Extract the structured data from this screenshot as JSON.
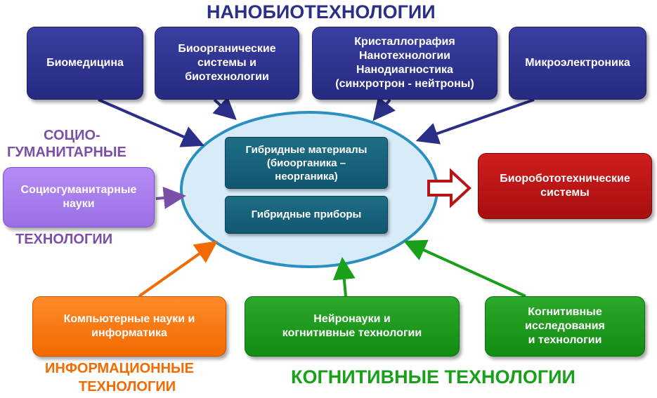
{
  "headings": {
    "nano": "НАНОБИОТЕХНОЛОГИИ",
    "socio_line1": "СОЦИО-",
    "socio_line2": "ГУМАНИТАРНЫЕ",
    "socio_line3": "ТЕХНОЛОГИИ",
    "info_line1": "ИНФОРМАЦИОННЫЕ",
    "info_line2": "ТЕХНОЛОГИИ",
    "cogn": "КОГНИТИВНЫЕ ТЕХНОЛОГИИ"
  },
  "top_boxes": [
    {
      "label": "Биомедицина"
    },
    {
      "label": "Биоорганические\nсистемы и\nбиотехнологии"
    },
    {
      "label": "Кристаллография\nНанотехнологии\nНанодиагностика\n(синхротрон -  нейтроны)"
    },
    {
      "label": "Микроэлектроника"
    }
  ],
  "socio_box": {
    "label": "Социогуманитарные\nнауки"
  },
  "center": {
    "hybrid_materials": "Гибридные материалы\n(биоорганика –\nнеорганика)",
    "hybrid_devices": "Гибридные приборы"
  },
  "result_box": {
    "label": "Биоробототехнические\nсистемы"
  },
  "bottom_boxes": [
    {
      "label": "Компьютерные науки и\nинформатика"
    },
    {
      "label": "Нейронауки и\nкогнитивные технологии"
    },
    {
      "label": "Когнитивные\nисследования\nи технологии"
    }
  ],
  "colors": {
    "navy": "#2b2f88",
    "purple": "#7b4fa8",
    "orange": "#f26a00",
    "green": "#18a018",
    "red": "#b81414",
    "teal": "#155f78",
    "ellipse_fill": "#d7ecf8",
    "ellipse_stroke": "#2b8fc0"
  }
}
